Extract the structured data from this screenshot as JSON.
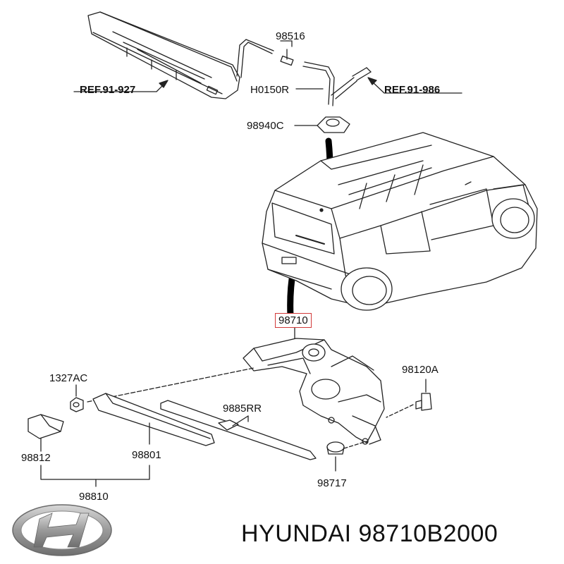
{
  "callouts": {
    "ref_left": "REF.91-927",
    "ref_right": "REF.91-986",
    "p98516": "98516",
    "h0150r": "H0150R",
    "p98940c": "98940C",
    "p98710": "98710",
    "p1327ac": "1327AC",
    "p98120a": "98120A",
    "p9885rr": "9885RR",
    "p98812": "98812",
    "p98801": "98801",
    "p98717": "98717",
    "p98810": "98810"
  },
  "brand": {
    "caption": "HYUNDAI 98710B2000",
    "logo_icon": "hyundai-logo-icon"
  },
  "colors": {
    "line": "#222222",
    "highlight_box": "#d23a3a",
    "logo": "#9a9a9a"
  }
}
